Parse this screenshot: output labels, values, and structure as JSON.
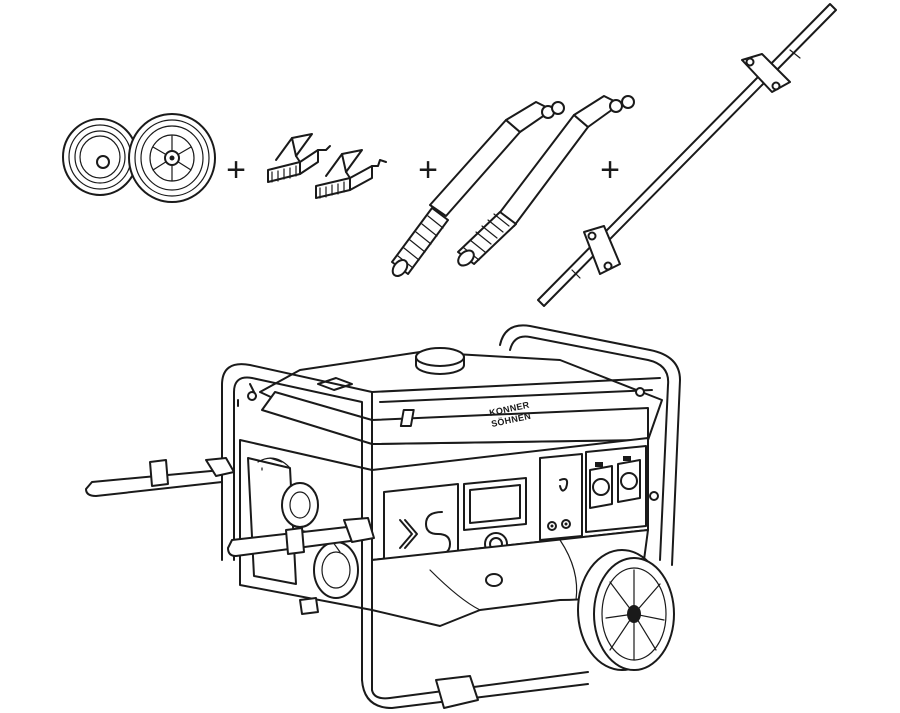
{
  "brand": {
    "line1": "KONNER",
    "line2": "SÖHNEN",
    "monogram": "KS"
  },
  "operators": [
    "+",
    "+",
    "+"
  ],
  "icons": {
    "wheels": "wheel-pair-icon",
    "feet": "support-feet-icon",
    "handles": "handle-pair-icon",
    "axle": "axle-rod-icon",
    "generator": "generator-icon"
  },
  "colors": {
    "line": "#1a1a1a",
    "background": "#ffffff"
  }
}
